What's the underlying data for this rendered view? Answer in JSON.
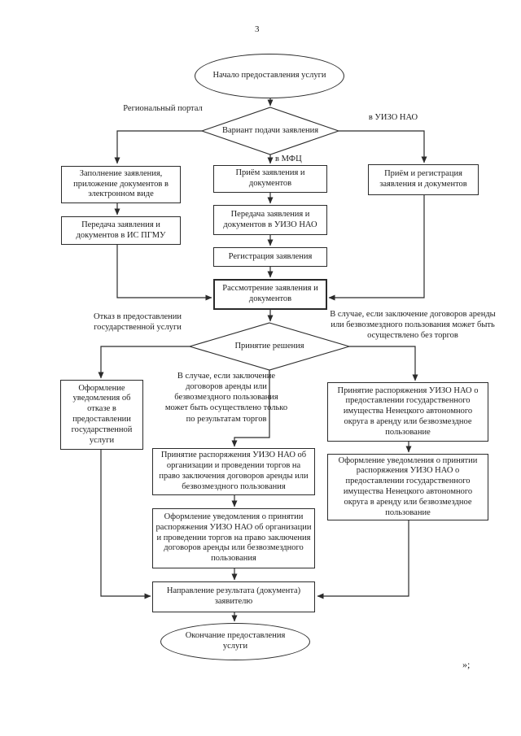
{
  "page": {
    "number": "3",
    "closing_mark": "»;"
  },
  "flowchart": {
    "start_terminator": "Начало предоставления услуги",
    "submission_decision": "Вариант подачи заявления",
    "branch_labels": {
      "regional_portal": "Региональный портал",
      "uizo_nao": "в УИЗО НАО",
      "mfc": "в МФЦ"
    },
    "portal_branch": {
      "fill_application": "Заполнение заявления, приложение документов в электронном виде",
      "transfer_to_pgmu": "Передача заявления и документов в ИС ПГМУ"
    },
    "mfc_branch": {
      "accept_documents": "Приём заявления и документов",
      "transfer_to_uizo": "Передача заявления и документов в УИЗО НАО",
      "register_application": "Регистрация заявления"
    },
    "uizo_branch": {
      "accept_register": "Приём и регистрация заявления и документов"
    },
    "review": "Рассмотрение заявления и документов",
    "decision": "Принятие решения",
    "decision_labels": {
      "refusal": "Отказ в предоставлении государственной услуги",
      "without_tender": "В случае, если заключение договоров аренды или безвозмездного пользования может быть осуществлено без торгов",
      "tender_only": "В случае, если заключение договоров аренды или безвозмездного пользования может быть осуществлено только по результатам торгов"
    },
    "refusal_branch": {
      "refusal_notice": "Оформление уведомления об отказе в предоставлении государственной услуги"
    },
    "tender_branch": {
      "tender_order": "Принятие распоряжения УИЗО НАО об организации и проведении торгов на право заключения договоров аренды или безвозмездного пользования",
      "tender_notice": "Оформление уведомления о принятии распоряжения УИЗО НАО об организации и проведении торгов на право заключения договоров аренды или безвозмездного пользования"
    },
    "no_tender_branch": {
      "provision_order": "Принятие распоряжения УИЗО НАО о предоставлении государственного имущества Ненецкого автономного округа в аренду или безвозмездное пользование",
      "provision_notice": "Оформление уведомления о принятии распоряжения УИЗО НАО о предоставлении государственного имущества Ненецкого автономного округа в аренду или безвозмездное пользование"
    },
    "send_result": "Направление результата (документа) заявителю",
    "end_terminator": "Окончание предоставления услуги"
  },
  "colors": {
    "ink": "#2b2b2b",
    "background": "#ffffff"
  }
}
